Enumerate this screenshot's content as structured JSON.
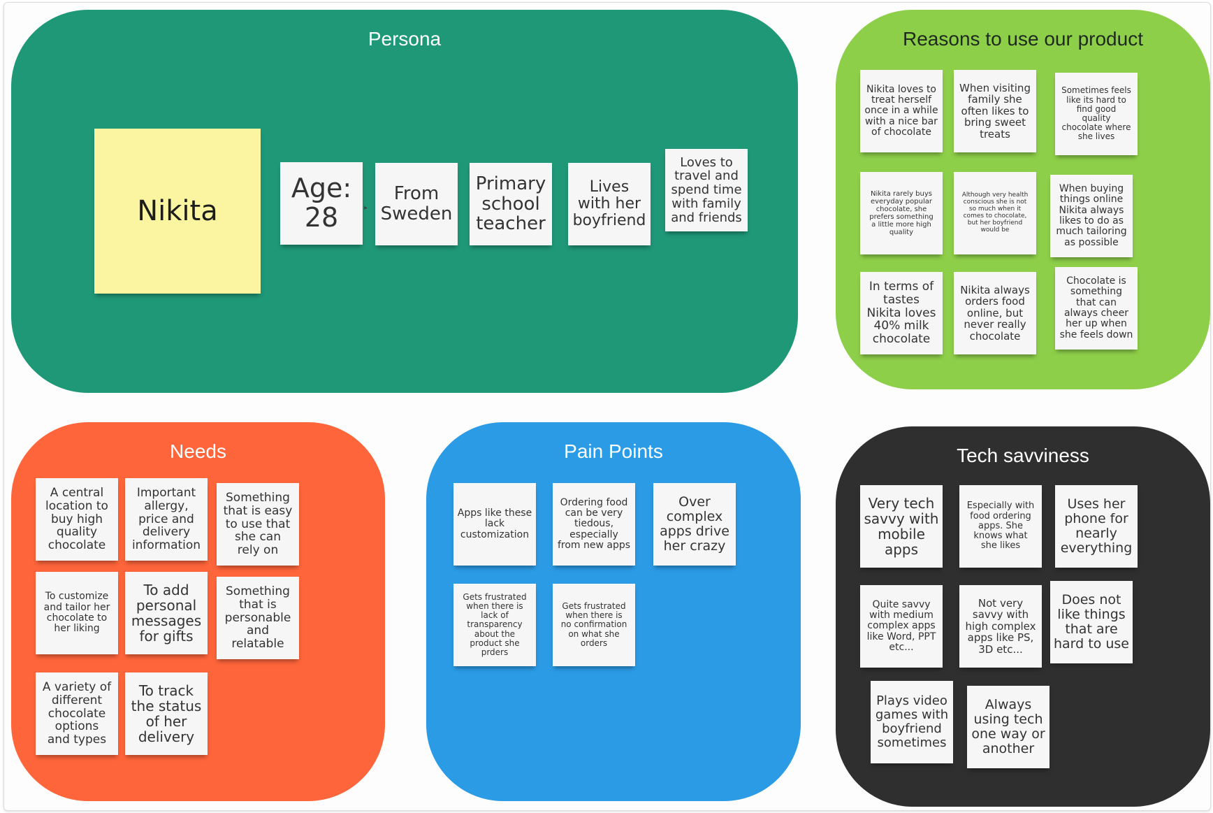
{
  "colors": {
    "persona": "#1f9878",
    "reasons": "#8ecf49",
    "needs": "#fe653a",
    "pain_points": "#2b9be6",
    "tech": "#2f2f2f",
    "note": "#f6f6f6",
    "name_note": "#fbf5a1"
  },
  "persona": {
    "title": "Persona",
    "name": "Nikita",
    "notes": [
      "Age:\n28",
      "From\nSweden",
      "Primary\nschool\nteacher",
      "Lives\nwith her\nboyfriend",
      "Loves to\ntravel and\nspend time\nwith family\nand friends"
    ]
  },
  "reasons": {
    "title": "Reasons to use our product",
    "notes": [
      "Nikita loves to\ntreat herself\nonce in a while\nwith a nice bar\nof chocolate",
      "When visiting\nfamily she\noften likes to\nbring sweet\ntreats",
      "Sometimes feels\nlike its hard to\nfind good\nquality\nchocolate where\nshe lives",
      "Nikita rarely buys\neveryday popular\nchocolate, she\nprefers something\na little more high\nquality",
      "Although very health\nconscious she is not\nso much when it\ncomes to chocolate,\nbut her boyfriend\nwould be",
      "When buying\nthings online\nNikita always\nlikes to do as\nmuch tailoring\nas possible",
      "In terms of\ntastes\nNikita loves\n40% milk\nchocolate",
      "Nikita always\norders food\nonline, but\nnever really\nchocolate",
      "Chocolate is\nsomething\nthat can\nalways cheer\nher up when\nshe feels down"
    ]
  },
  "needs": {
    "title": "Needs",
    "notes": [
      "A central\nlocation to\nbuy high\nquality\nchocolate",
      "Important\nallergy,\nprice and\ndelivery\ninformation",
      "Something\nthat is easy\nto use that\nshe can\nrely on",
      "To customize\nand tailor her\nchocolate to\nher liking",
      "To add\npersonal\nmessages\nfor gifts",
      "Something\nthat is\npersonable\nand\nrelatable",
      "A variety of\ndifferent\nchocolate\noptions\nand types",
      "To track\nthe status\nof her\ndelivery"
    ]
  },
  "pain_points": {
    "title": "Pain Points",
    "notes": [
      "Apps like these\nlack\ncustomization",
      "Ordering food\ncan be very\ntiedous,\nespecially\nfrom new apps",
      "Over\ncomplex\napps drive\nher crazy",
      "Gets frustrated\nwhen there is\nlack of\ntransparency\nabout the\nproduct she\nprders",
      "Gets frustrated\nwhen there is\nno confirmation\non what she\norders"
    ]
  },
  "tech": {
    "title": "Tech savviness",
    "notes": [
      "Very tech\nsavvy with\nmobile\napps",
      "Especially with\nfood ordering\napps. She\nknows what\nshe likes",
      "Uses her\nphone for\nnearly\neverything",
      "Quite savvy\nwith medium\ncomplex apps\nlike Word, PPT\netc...",
      "Not very\nsavvy with\nhigh complex\napps like PS,\n3D etc...",
      "Does not\nlike things\nthat are\nhard to use",
      "Plays video\ngames with\nboyfriend\nsometimes",
      "Always\nusing tech\none way or\nanother"
    ]
  }
}
